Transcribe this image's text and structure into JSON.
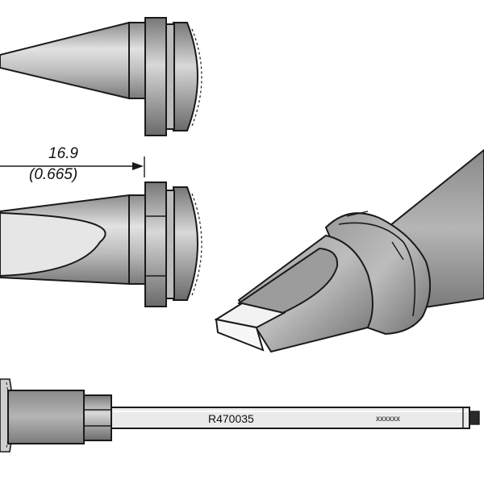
{
  "dimension": {
    "metric": "16.9",
    "imperial": "(0.665)"
  },
  "part_number": "R470035",
  "marking": "xxxxxx",
  "colors": {
    "outline": "#1a1a1a",
    "metal_light": "#d4d4d4",
    "metal_mid": "#a9a9a9",
    "metal_dark": "#6e6e6e",
    "tip_face": "#f2f2f2",
    "shaft": "#eaeaea"
  }
}
